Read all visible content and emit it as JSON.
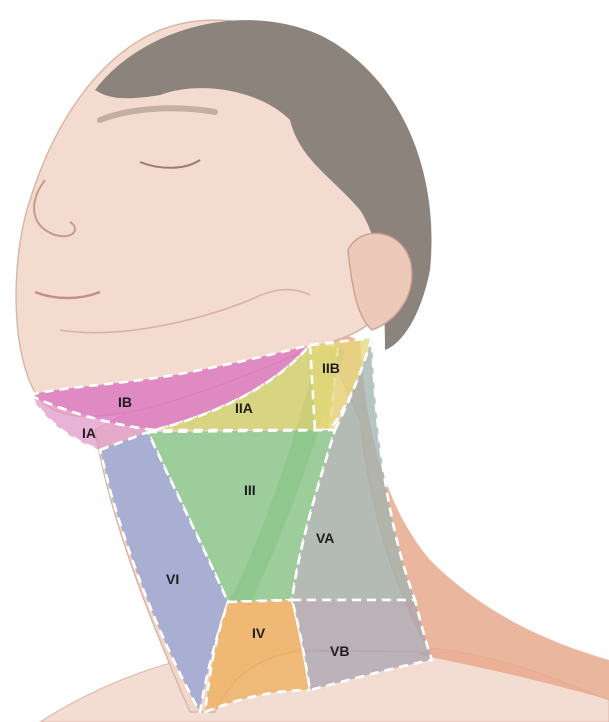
{
  "levels": [
    {
      "id": "IA",
      "label": "IA",
      "color": "#e09ac8"
    },
    {
      "id": "IB",
      "label": "IB",
      "color": "#d86fbf"
    },
    {
      "id": "IIA",
      "label": "IIA",
      "color": "#cfd46a"
    },
    {
      "id": "IIB",
      "label": "IIB",
      "color": "#e6d77a"
    },
    {
      "id": "III",
      "label": "III",
      "color": "#7fc98a"
    },
    {
      "id": "IV",
      "label": "IV",
      "color": "#eeae58"
    },
    {
      "id": "VA",
      "label": "VA",
      "color": "#9fb2ad"
    },
    {
      "id": "VB",
      "label": "VB",
      "color": "#a8a4b0"
    },
    {
      "id": "VI",
      "label": "VI",
      "color": "#8fa2d6"
    }
  ],
  "colors": {
    "skin": "#f1d9cc",
    "skin_shadow": "#e2b9a8",
    "hair": "#8e867e",
    "muscle": "#c9835f",
    "outline": "#c8a497"
  },
  "icons": [
    "head-illustration",
    "neck-illustration"
  ]
}
